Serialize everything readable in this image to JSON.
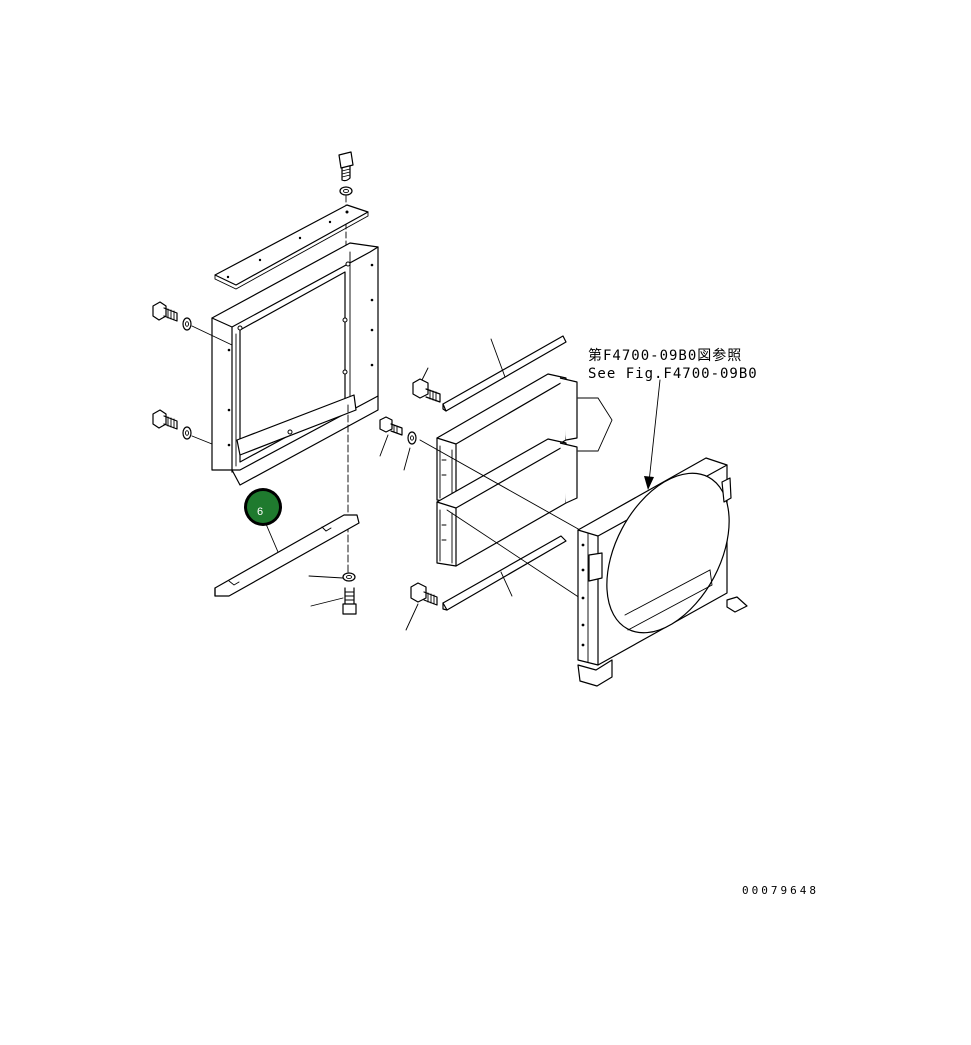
{
  "reference_note": {
    "japanese": "第F4700-09B0図参照",
    "english": "See Fig.F4700-09B0"
  },
  "callouts": [
    {
      "label": "6",
      "color": "#1f7a2e",
      "ring_color": "#000000"
    }
  ],
  "document_number": "00079648"
}
